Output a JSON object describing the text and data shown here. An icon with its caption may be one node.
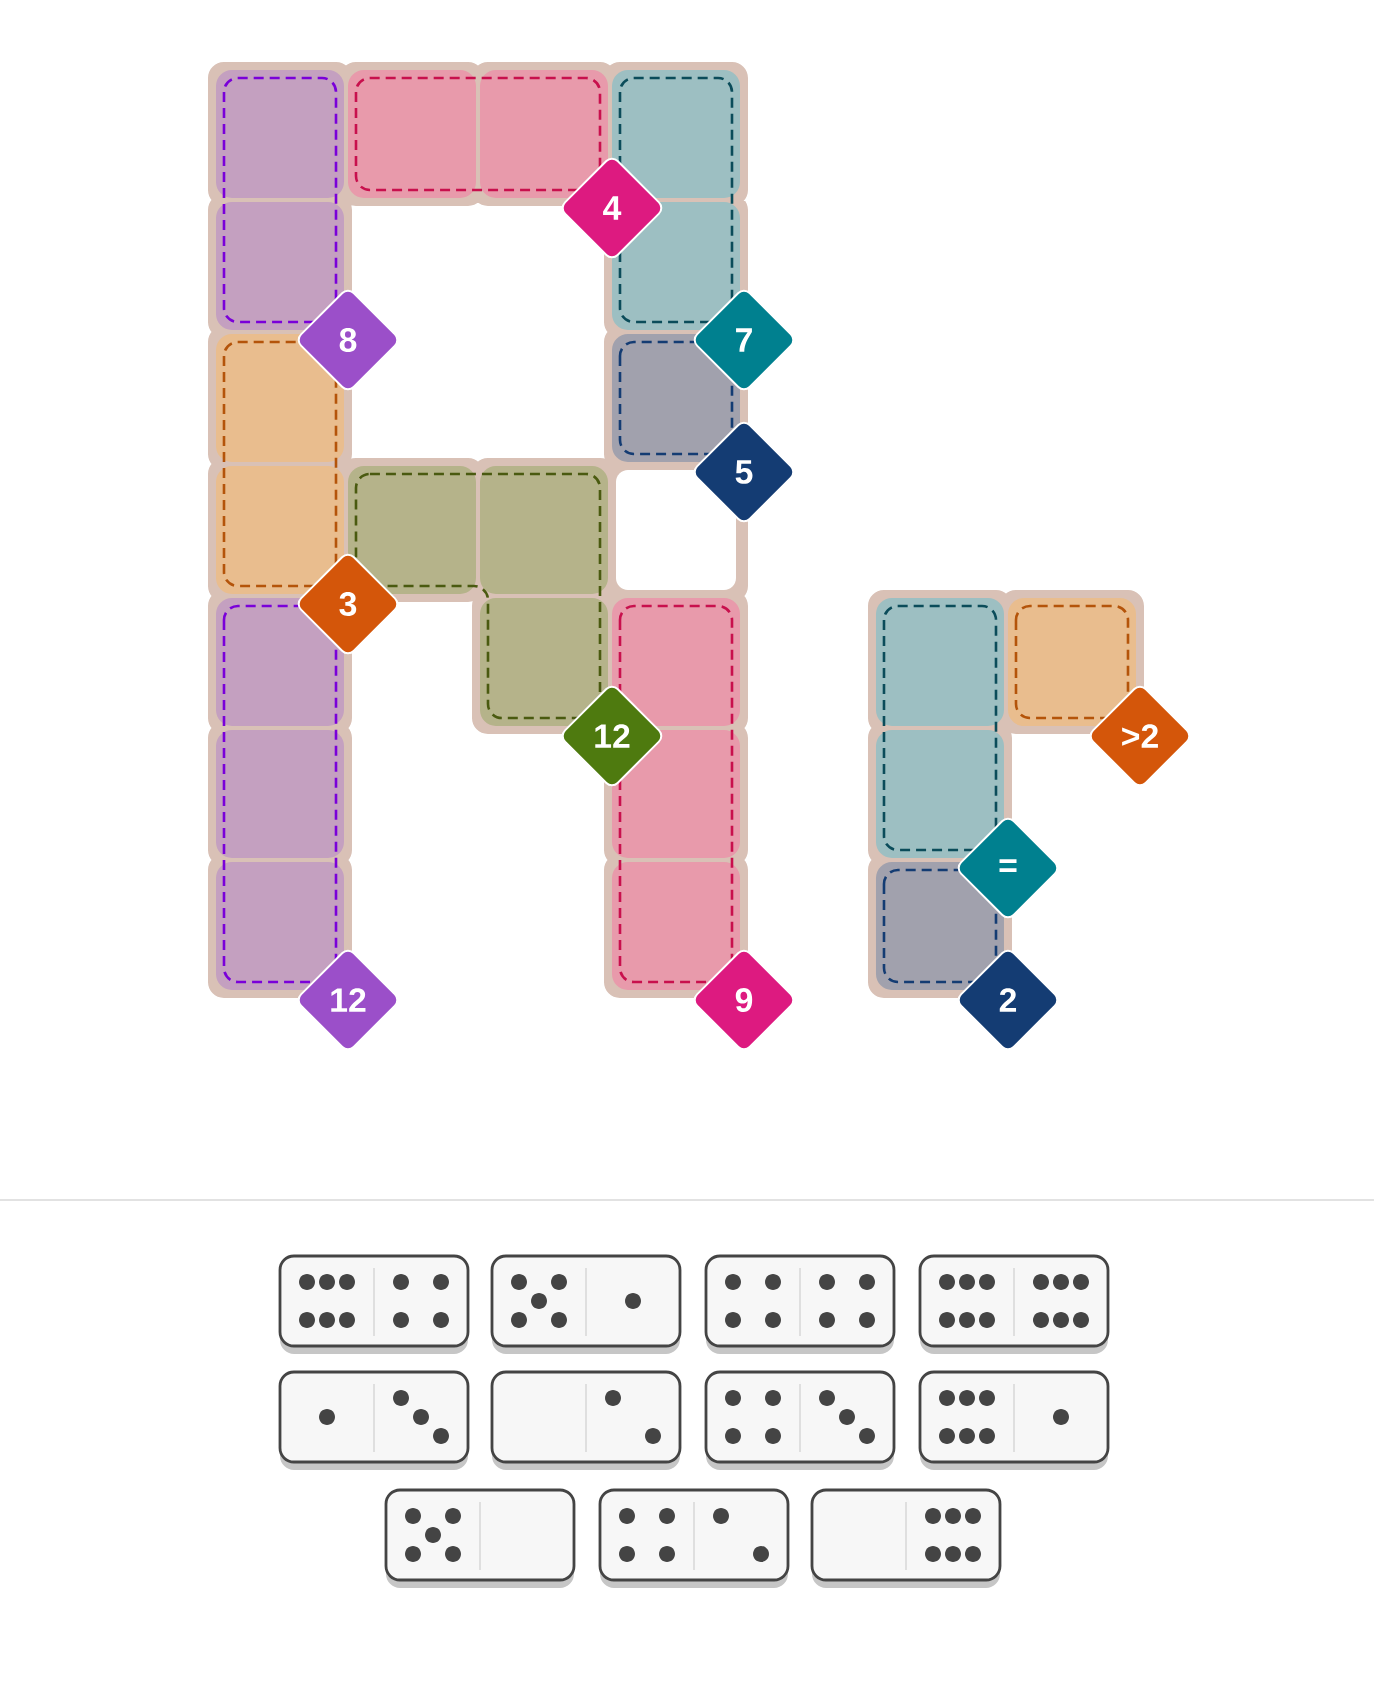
{
  "diagram": {
    "nodes": [
      {
        "text": [
          "4"
        ]
      },
      {
        "text": [
          "8"
        ]
      },
      {
        "text": [
          "7"
        ]
      },
      {
        "text": [
          "5"
        ]
      },
      {
        "text": [
          "3"
        ]
      },
      {
        "text": [
          "12"
        ]
      },
      {
        "text": [
          ">2"
        ]
      },
      {
        "text": [
          "="
        ]
      },
      {
        "text": [
          "12"
        ]
      },
      {
        "text": [
          "9"
        ]
      },
      {
        "text": [
          "2"
        ]
      }
    ]
  }
}
